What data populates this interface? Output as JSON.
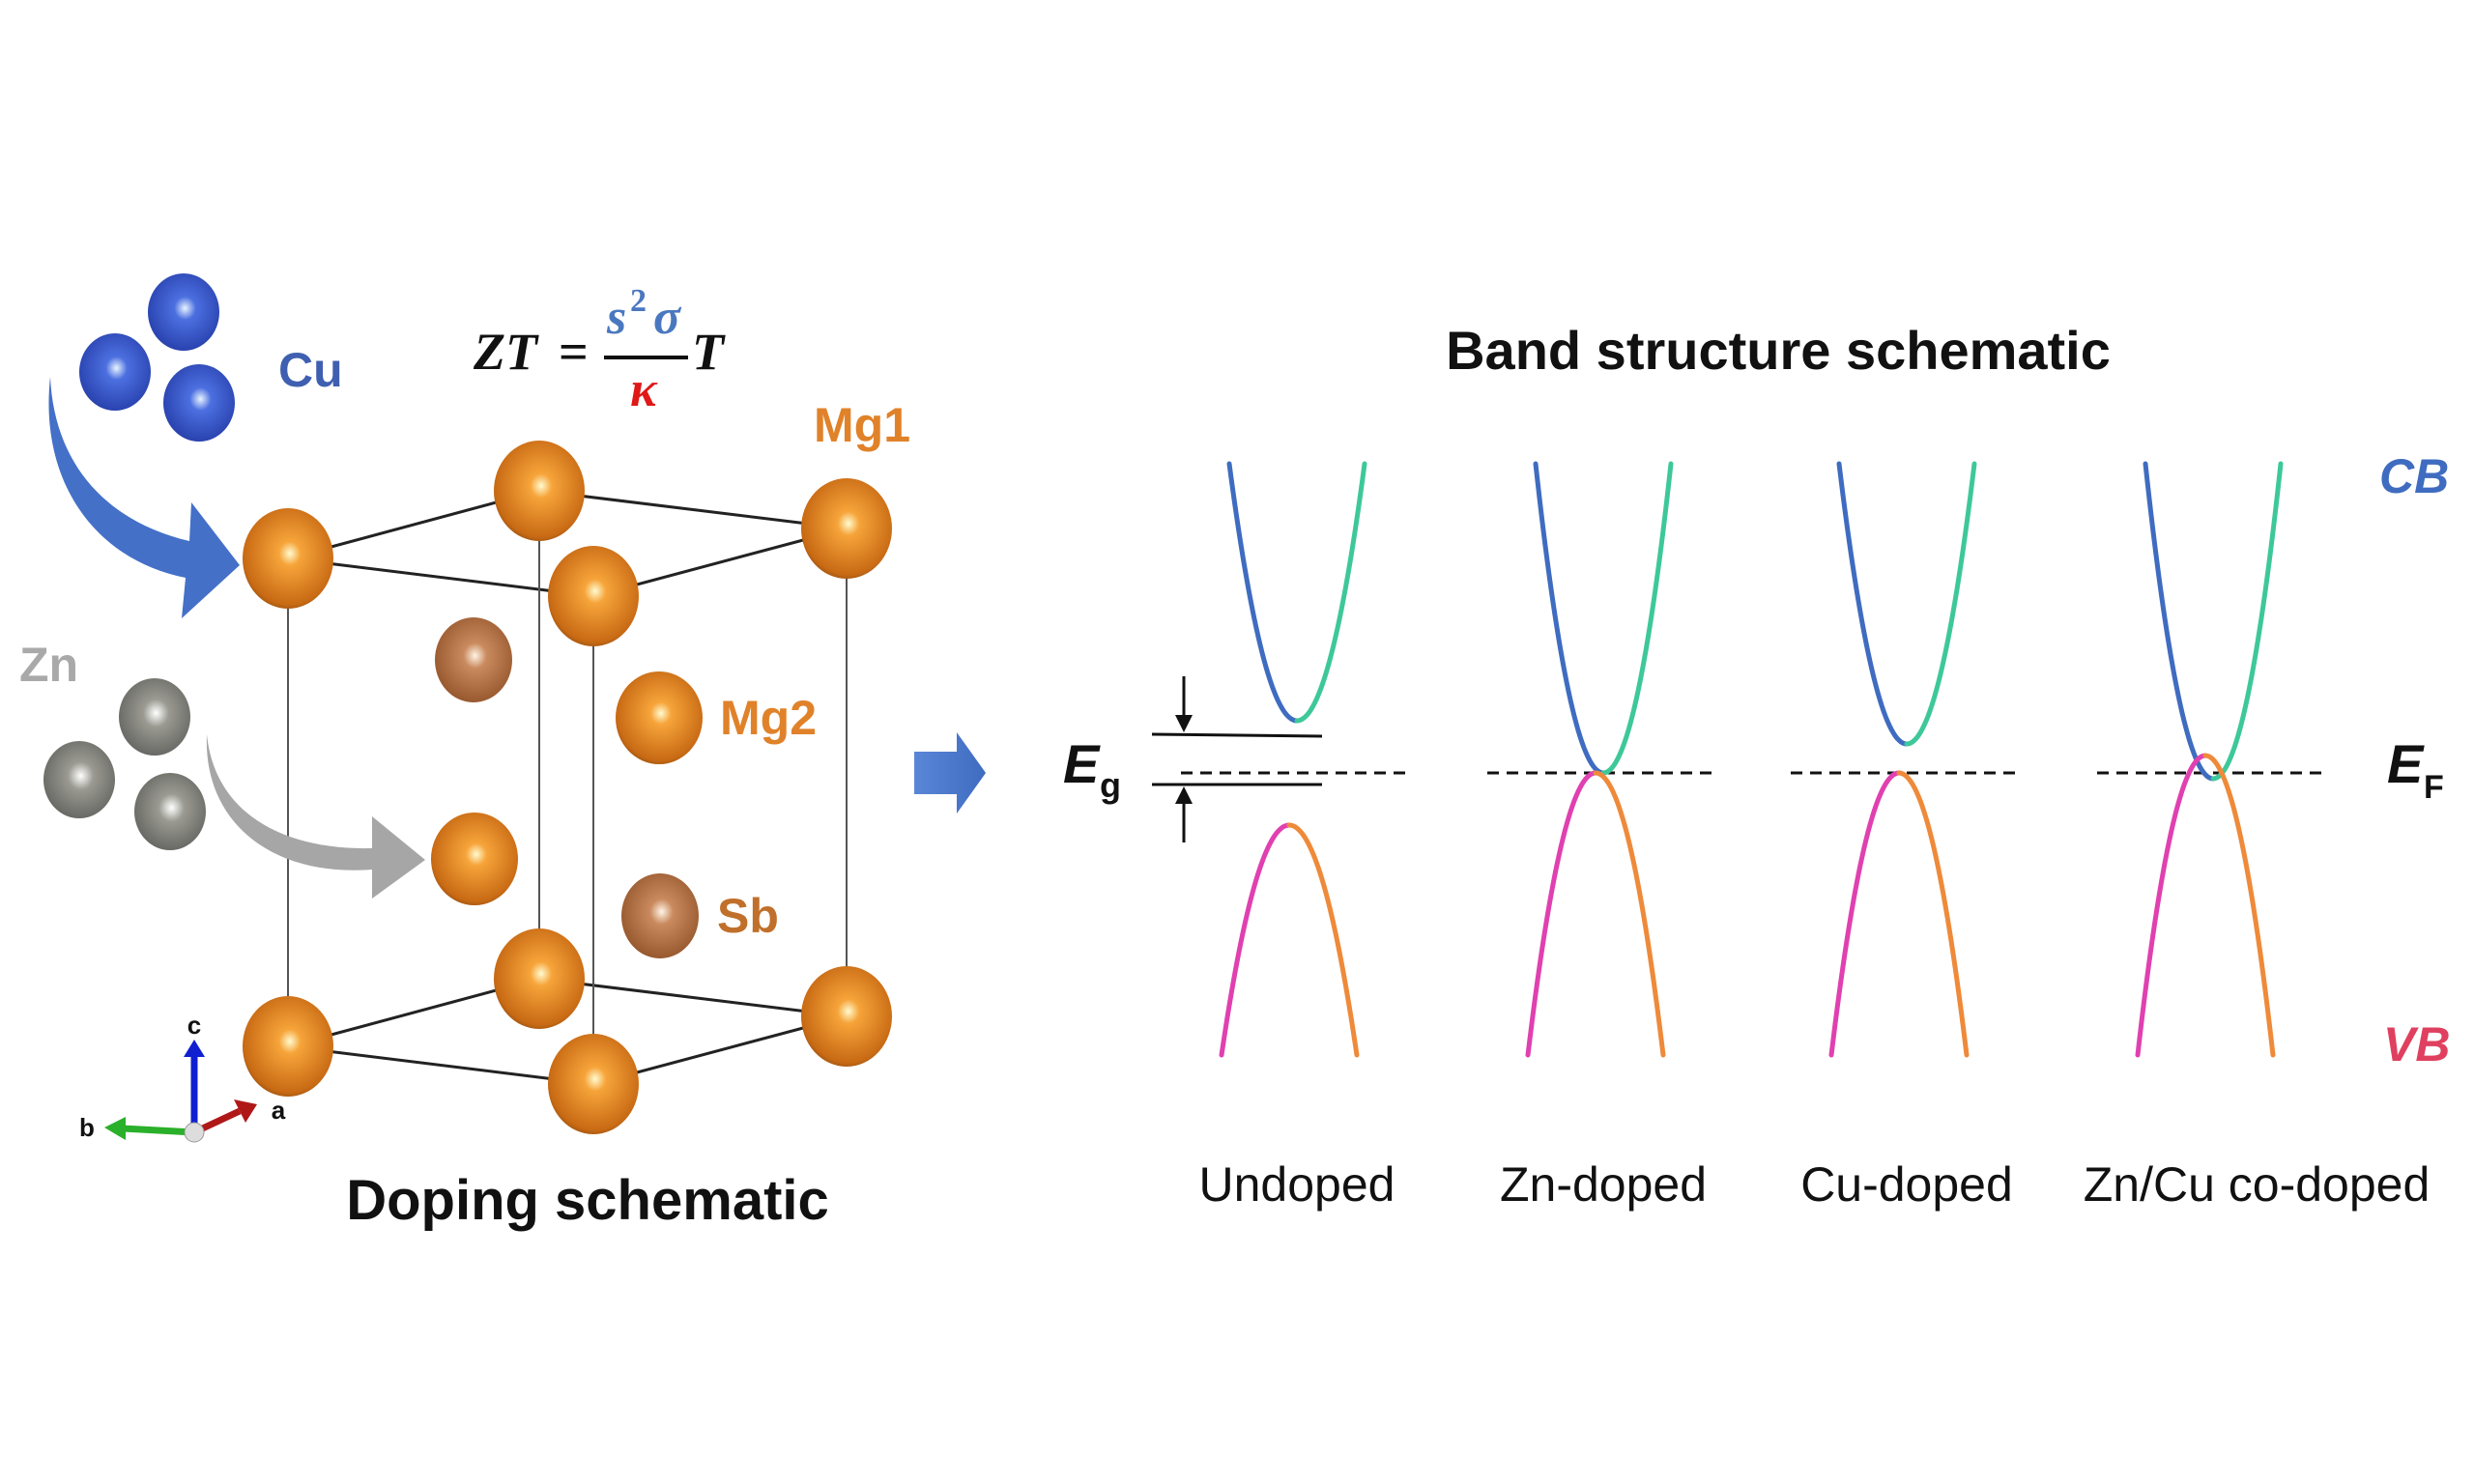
{
  "doping": {
    "title": "Doping schematic",
    "equation": {
      "lhs": "ZT",
      "eq": "=",
      "num_s": "s",
      "num_sup": "2",
      "num_sigma": "σ",
      "den": "κ",
      "rhs": "T"
    },
    "dopants": [
      {
        "label": "Cu",
        "color": "#3f5fb0"
      },
      {
        "label": "Zn",
        "color": "#a9a9a9"
      }
    ],
    "sites": [
      {
        "label": "Mg1",
        "color": "#e0822a"
      },
      {
        "label": "Mg2",
        "color": "#e0822a"
      },
      {
        "label": "Sb",
        "color": "#c0702a"
      }
    ],
    "axes": {
      "c": "c",
      "b": "b",
      "a": "a"
    }
  },
  "bands": {
    "title": "Band structure schematic",
    "cb_label": "CB",
    "vb_label": "VB",
    "ef_label": "E",
    "ef_sub": "F",
    "eg_label": "E",
    "eg_sub": "g",
    "colors": {
      "cb": "#3f6cc0",
      "vb": "#e0405f",
      "cb_left": "#3f6cc0",
      "cb_right": "#3ec89a",
      "vb_left": "#e040b0",
      "vb_right": "#ee8a3a"
    },
    "panels": [
      {
        "label": "Undoped",
        "cb_min_rel": 0.45,
        "vb_max_rel": -0.45
      },
      {
        "label": "Zn-doped",
        "cb_min_rel": 0.0,
        "vb_max_rel": 0.0
      },
      {
        "label": "Cu-doped",
        "cb_min_rel": 0.25,
        "vb_max_rel": 0.0
      },
      {
        "label": "Zn/Cu co-doped",
        "cb_min_rel": -0.05,
        "vb_max_rel": 0.15
      }
    ]
  }
}
